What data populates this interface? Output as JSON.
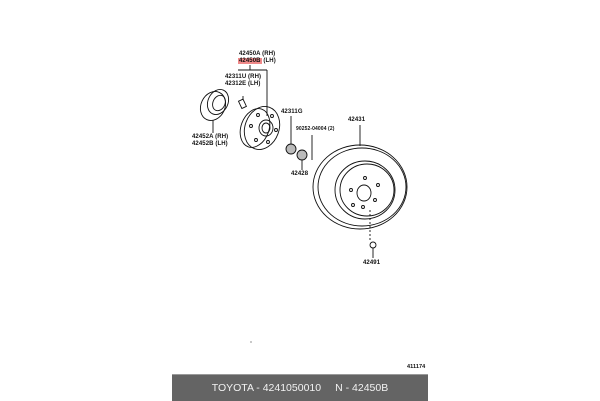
{
  "diagram": {
    "title_labels": {
      "hub_rh": "42450A (RH)",
      "hub_lh_code": "42450B",
      "hub_lh_side": "(LH)",
      "bolt_rh": "42311U (RH)",
      "bolt_lh": "42312E (LH)",
      "bearing_rh": "42452A (RH)",
      "bearing_lh": "42452B (LH)",
      "bolt_g": "42311G",
      "screw": "90252-04004 (2)",
      "nut": "42428",
      "disc": "42431",
      "plug": "42491",
      "figure_number": "411174"
    },
    "highlight_color": "#f08a8a"
  },
  "footer": {
    "brand": "TOYOTA - 4241050010",
    "part_ref": "N - 42450B",
    "background": "#646464"
  }
}
